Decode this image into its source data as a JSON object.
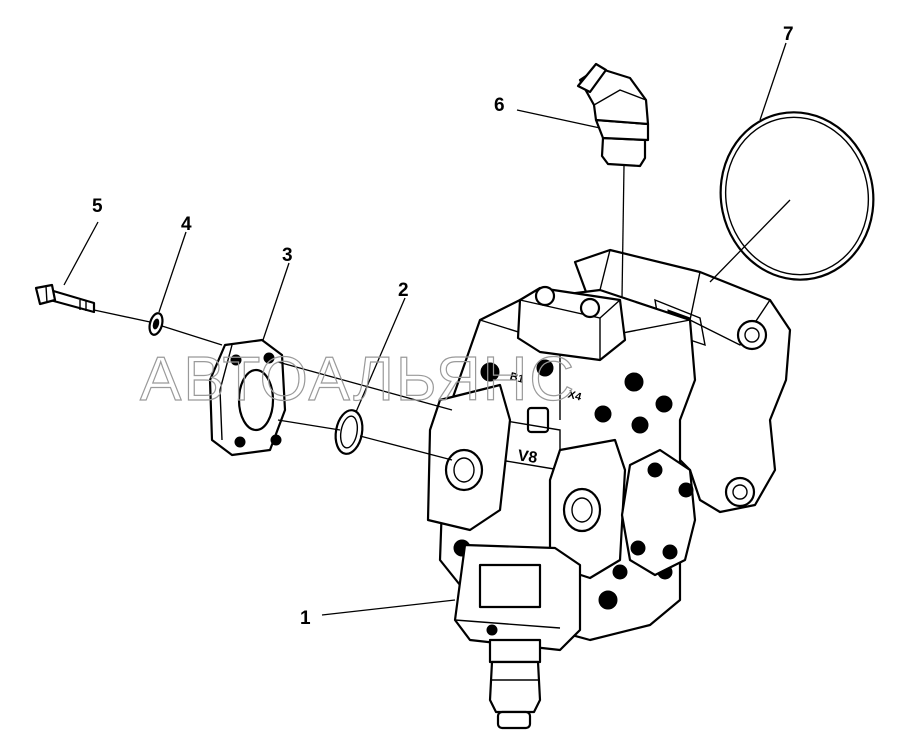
{
  "diagram": {
    "callouts": [
      {
        "id": "1",
        "label": "1"
      },
      {
        "id": "2",
        "label": "2"
      },
      {
        "id": "3",
        "label": "3"
      },
      {
        "id": "4",
        "label": "4"
      },
      {
        "id": "5",
        "label": "5"
      },
      {
        "id": "6",
        "label": "6"
      },
      {
        "id": "7",
        "label": "7"
      }
    ],
    "body_marking": "V8",
    "port_markings": [
      "B1",
      "X4"
    ]
  },
  "watermark": {
    "text": "АВТОАЛЬЯНС"
  }
}
